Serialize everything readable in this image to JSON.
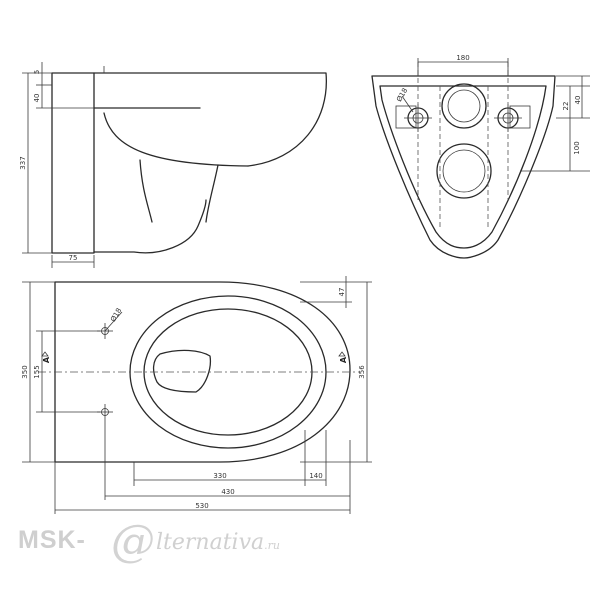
{
  "dimensions": {
    "side_top_gap": "5",
    "side_rim": "40",
    "side_height": "337",
    "side_depth": "75",
    "rear_width": "180",
    "rear_hole_dia": "Ø18",
    "rear_side_offset": "22",
    "rear_top": "40",
    "rear_mid": "100",
    "plan_width": "350",
    "plan_inner": "155",
    "plan_bolt_dia": "Ø18",
    "plan_top_offset": "47",
    "plan_height_right": "356",
    "plan_bowl": "330",
    "plan_tail": "140",
    "plan_mid": "430",
    "plan_length": "530"
  },
  "section_mark": "A",
  "watermark": {
    "prefix": "MSK-",
    "at": "@",
    "rest": "lternativa",
    "suffix": ".ru"
  }
}
